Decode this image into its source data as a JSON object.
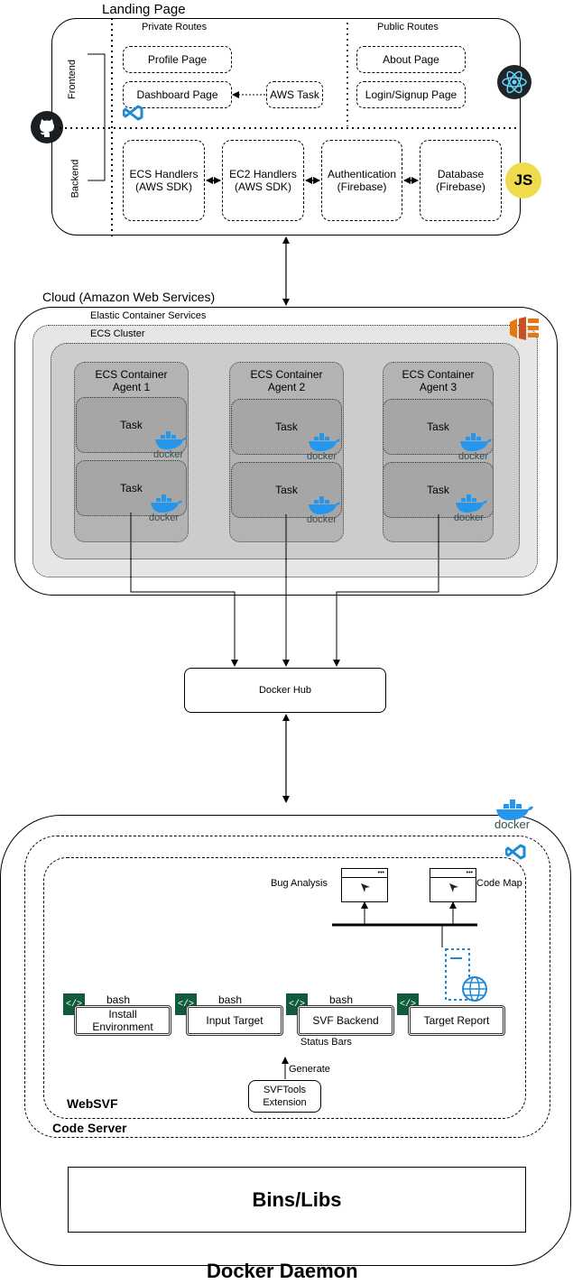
{
  "landing": {
    "title": "Landing Page",
    "private_routes": "Private Routes",
    "public_routes": "Public Routes",
    "frontend": "Frontend",
    "backend": "Backend",
    "profile_page": "Profile Page",
    "dashboard_page": "Dashboard Page",
    "aws_task": "AWS Task",
    "about_page": "About Page",
    "login_page": "Login/Signup Page",
    "ecs_handlers": "ECS Handlers\n(AWS SDK)",
    "ec2_handlers": "EC2 Handlers\n(AWS SDK)",
    "authentication": "Authentication\n(Firebase)",
    "database": "Database\n(Firebase)",
    "js_badge": "JS"
  },
  "cloud": {
    "title": "Cloud (Amazon Web Services)",
    "ecs_services": "Elastic Container Services",
    "ecs_cluster": "ECS Cluster",
    "agents": [
      {
        "title": "ECS Container\nAgent 1",
        "tasks": [
          "Task",
          "Task"
        ]
      },
      {
        "title": "ECS Container\nAgent 2",
        "tasks": [
          "Task",
          "Task"
        ]
      },
      {
        "title": "ECS Container\nAgent 3",
        "tasks": [
          "Task",
          "Task"
        ]
      }
    ],
    "docker_word": "docker"
  },
  "docker_hub": "Docker Hub",
  "daemon": {
    "title": "Docker Daemon",
    "code_server": "Code Server",
    "websvf": "WebSVF",
    "bug_analysis": "Bug Analysis",
    "code_map": "Code Map",
    "bash": "bash",
    "install_environment": "Install\nEnvironment",
    "input_target": "Input Target",
    "svf_backend": "SVF Backend",
    "target_report": "Target Report",
    "status_bars": "Status Bars",
    "generate": "Generate",
    "svftools_extension": "SVFTools\nExtension",
    "bins_libs": "Bins/Libs",
    "docker_word": "docker",
    "code_icon": "</>"
  },
  "colors": {
    "vscode_blue": "#1f8ad2",
    "react_bg": "#20232a",
    "react_cyan": "#61dafb",
    "js_yellow": "#f0db4f",
    "aws_orange": "#e47911",
    "docker_blue": "#2496ed",
    "code_green": "#0f5b3b",
    "task_gray": "#a6a6a6",
    "agent_gray": "#b3b3b3"
  }
}
